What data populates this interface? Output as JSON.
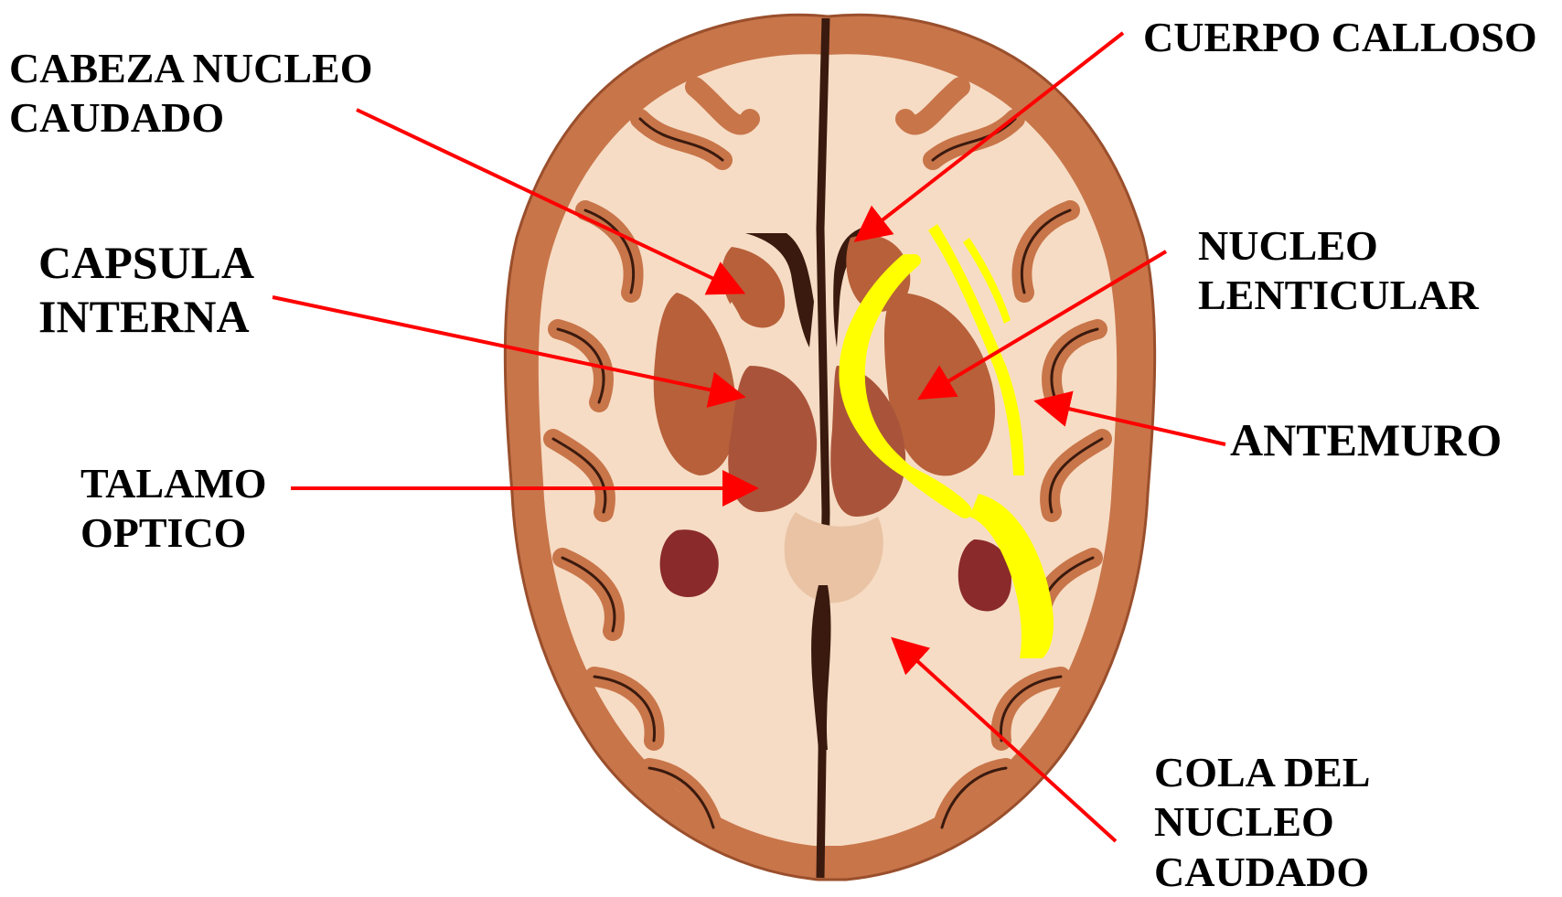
{
  "diagram": {
    "labels": {
      "cabeza_nucleo_caudado": {
        "lines": [
          "CABEZA NUCLEO",
          "CAUDADO"
        ]
      },
      "capsula_interna": {
        "lines": [
          "CAPSULA",
          "INTERNA"
        ]
      },
      "talamo_optico": {
        "lines": [
          "TALAMO",
          "OPTICO"
        ]
      },
      "cuerpo_calloso": {
        "lines": [
          "CUERPO CALLOSO"
        ]
      },
      "nucleo_lenticular": {
        "lines": [
          "NUCLEO",
          "LENTICULAR"
        ]
      },
      "antemuro": {
        "lines": [
          "ANTEMURO"
        ]
      },
      "cola_del_nucleo_caudado": {
        "lines": [
          "COLA DEL",
          "NUCLEO",
          "CAUDADO"
        ]
      }
    },
    "colors": {
      "leader_line": "#ff0000",
      "highlight": "#ffff00",
      "gray_matter": "#c8754a",
      "white_matter": "#f6dcc4",
      "deep_nuclei": "#b7603a",
      "fissure": "#3a1a0e",
      "label_text": "#000000"
    }
  }
}
